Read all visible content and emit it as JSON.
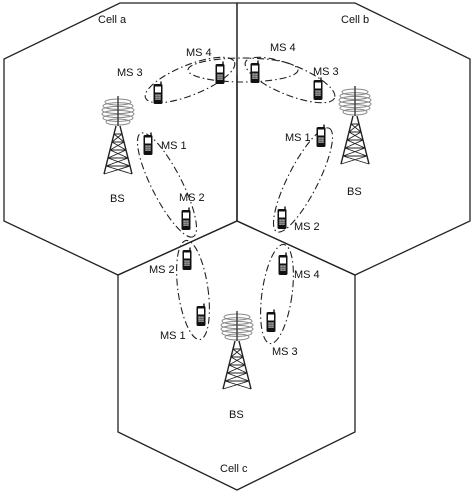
{
  "cells": [
    {
      "id": "a",
      "label": "Cell a"
    },
    {
      "id": "b",
      "label": "Cell b"
    },
    {
      "id": "c",
      "label": "Cell c"
    }
  ],
  "base_stations": [
    {
      "cell": "a",
      "label": "BS"
    },
    {
      "cell": "b",
      "label": "BS"
    },
    {
      "cell": "c",
      "label": "BS"
    }
  ],
  "mobile_stations": [
    {
      "cell": "a",
      "label": "MS 1"
    },
    {
      "cell": "a",
      "label": "MS 2"
    },
    {
      "cell": "a",
      "label": "MS 3"
    },
    {
      "cell": "a",
      "label": "MS 4"
    },
    {
      "cell": "b",
      "label": "MS 1"
    },
    {
      "cell": "b",
      "label": "MS 2"
    },
    {
      "cell": "b",
      "label": "MS 3"
    },
    {
      "cell": "b",
      "label": "MS 4"
    },
    {
      "cell": "c",
      "label": "MS 1"
    },
    {
      "cell": "c",
      "label": "MS 2"
    },
    {
      "cell": "c",
      "label": "MS 3"
    },
    {
      "cell": "c",
      "label": "MS 4"
    }
  ],
  "pairings": [
    {
      "between": [
        "cell a MS 4",
        "cell b MS 4"
      ]
    },
    {
      "between": [
        "cell a MS 3",
        "cell a MS 4"
      ]
    },
    {
      "between": [
        "cell b MS 4",
        "cell b MS 3"
      ]
    },
    {
      "between": [
        "cell a MS 1",
        "cell a MS 2"
      ]
    },
    {
      "between": [
        "cell b MS 1",
        "cell b MS 2"
      ]
    },
    {
      "between": [
        "cell c MS 2",
        "cell c MS 1"
      ]
    },
    {
      "between": [
        "cell c MS 4",
        "cell c MS 3"
      ]
    }
  ]
}
